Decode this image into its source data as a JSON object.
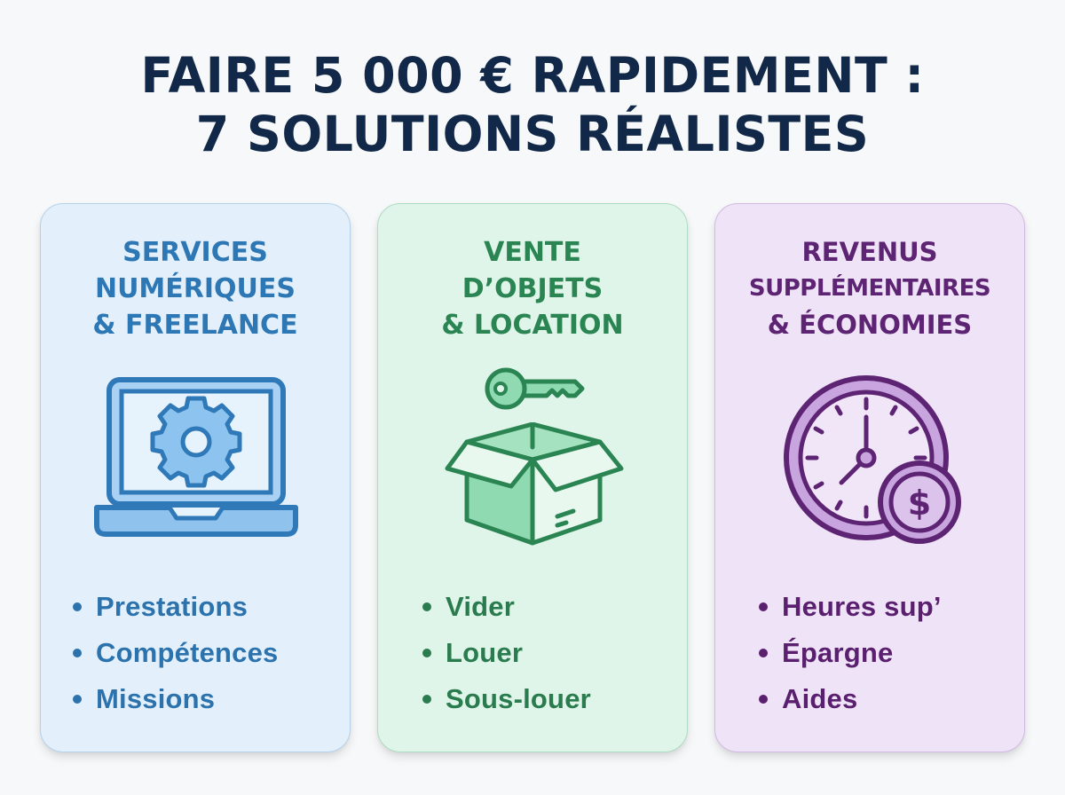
{
  "title": {
    "line1": "FAIRE 5 000 € RAPIDEMENT :",
    "line2": "7 SOLUTIONS RÉALISTES"
  },
  "colors": {
    "title": "#122848",
    "blue_accent": "#2c77b4",
    "green_accent": "#2a8553",
    "purple_accent": "#5e2474"
  },
  "cards": [
    {
      "title_lines": [
        "SERVICES",
        "NUMÉRIQUES",
        "& FREELANCE"
      ],
      "icon": "laptop-gear-icon",
      "items": [
        "Prestations",
        "Compétences",
        "Missions"
      ]
    },
    {
      "title_lines": [
        "VENTE",
        "D’OBJETS",
        "& LOCATION"
      ],
      "icon": "key-box-icon",
      "items": [
        "Vider",
        "Louer",
        "Sous-louer"
      ]
    },
    {
      "title_lines": [
        "REVENUS",
        "SUPPLÉMENTAIRES",
        "& ÉCONOMIES"
      ],
      "icon": "clock-dollar-icon",
      "items": [
        "Heures sup’",
        "Épargne",
        "Aides"
      ]
    }
  ]
}
